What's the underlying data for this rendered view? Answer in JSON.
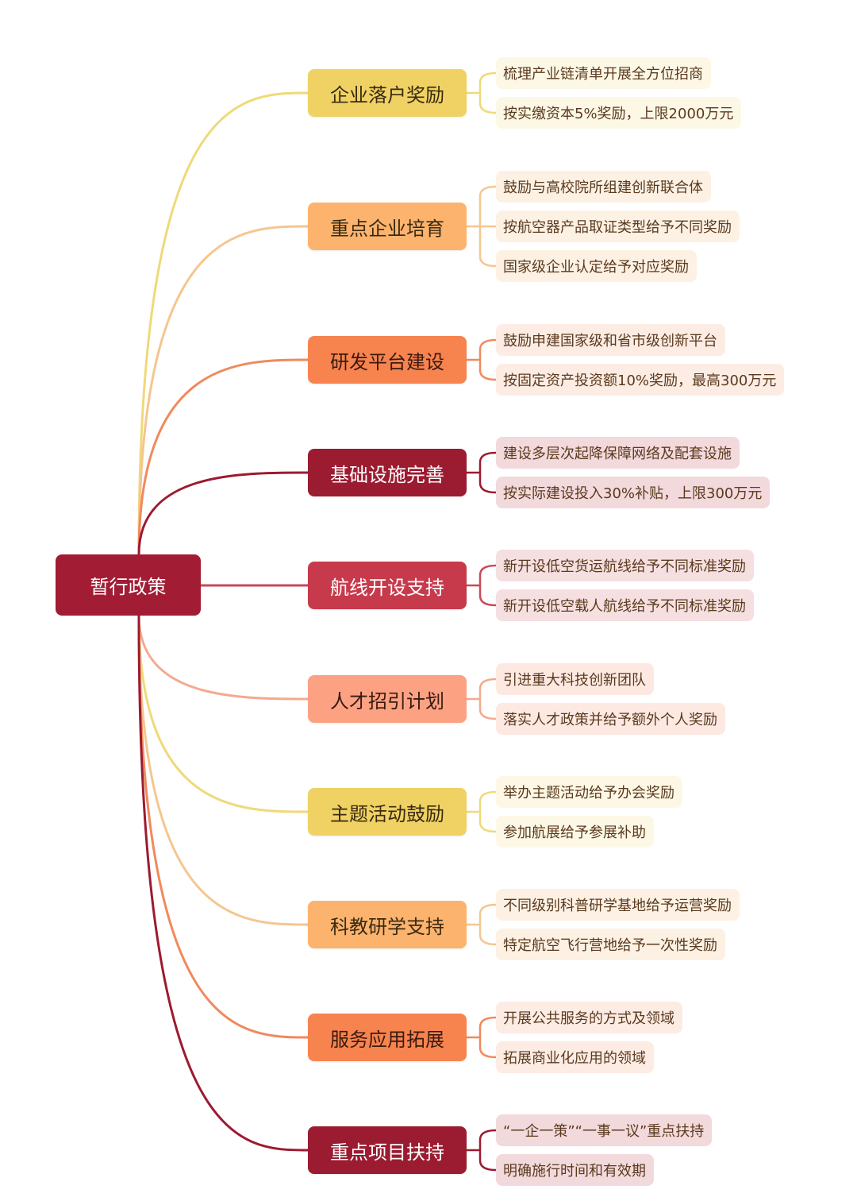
{
  "root": {
    "label": "暂行政策"
  },
  "branches": [
    {
      "label": "企业落户奖励",
      "color": "#efd263",
      "text": "#3a2a10",
      "leaf_bg": "#fdf8e6",
      "line": "#efd97a",
      "items": [
        "梳理产业链清单开展全方位招商",
        "按实缴资本5%奖励，上限2000万元"
      ]
    },
    {
      "label": "重点企业培育",
      "color": "#fbb36e",
      "text": "#3a2a10",
      "leaf_bg": "#fdf1e4",
      "line": "#f5c690",
      "items": [
        "鼓励与高校院所组建创新联合体",
        "按航空器产品取证类型给予不同奖励",
        "国家级企业认定给予对应奖励"
      ]
    },
    {
      "label": "研发平台建设",
      "color": "#f7834f",
      "text": "#3a1a10",
      "leaf_bg": "#fdece4",
      "line": "#f08a5c",
      "items": [
        "鼓励申建国家级和省市级创新平台",
        "按固定资产投资额10%奖励，最高300万元"
      ]
    },
    {
      "label": "基础设施完善",
      "color": "#9b1b30",
      "text": "#ffffff",
      "leaf_bg": "#f2d9dc",
      "line": "#9b1b30",
      "items": [
        "建设多层次起降保障网络及配套设施",
        "按实际建设投入30%补贴，上限300万元"
      ]
    },
    {
      "label": "航线开设支持",
      "color": "#c73a4b",
      "text": "#ffffff",
      "leaf_bg": "#f5dfe0",
      "line": "#c84a58",
      "items": [
        "新开设低空货运航线给予不同标准奖励",
        "新开设低空载人航线给予不同标准奖励"
      ]
    },
    {
      "label": "人才招引计划",
      "color": "#fca283",
      "text": "#3a1a10",
      "leaf_bg": "#fde9e2",
      "line": "#f4a98e",
      "items": [
        "引进重大科技创新团队",
        "落实人才政策并给予额外个人奖励"
      ]
    },
    {
      "label": "主题活动鼓励",
      "color": "#efd263",
      "text": "#3a2a10",
      "leaf_bg": "#fdf8e6",
      "line": "#efd97a",
      "items": [
        "举办主题活动给予办会奖励",
        "参加航展给予参展补助"
      ]
    },
    {
      "label": "科教研学支持",
      "color": "#fbb36e",
      "text": "#3a2a10",
      "leaf_bg": "#fdf1e4",
      "line": "#f5c690",
      "items": [
        "不同级别科普研学基地给予运营奖励",
        "特定航空飞行营地给予一次性奖励"
      ]
    },
    {
      "label": "服务应用拓展",
      "color": "#f7834f",
      "text": "#3a1a10",
      "leaf_bg": "#fdece4",
      "line": "#f08a5c",
      "items": [
        "开展公共服务的方式及领域",
        "拓展商业化应用的领域"
      ]
    },
    {
      "label": "重点项目扶持",
      "color": "#9b1b30",
      "text": "#ffffff",
      "leaf_bg": "#f2d9dc",
      "line": "#9b1b30",
      "items": [
        "“一企一策”“一事一议”重点扶持",
        "明确施行时间和有效期"
      ]
    }
  ]
}
